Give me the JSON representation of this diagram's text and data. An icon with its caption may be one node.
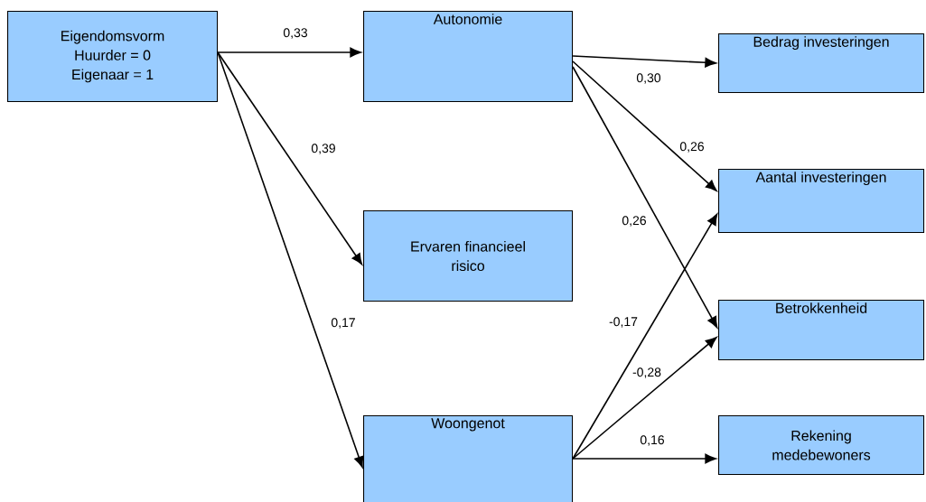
{
  "diagram": {
    "nodes": [
      {
        "text": [
          "Eigendomsvorm",
          "Huurder = 0",
          "Eigenaar = 1"
        ]
      },
      {
        "text": [
          "Autonomie"
        ]
      },
      {
        "text": [
          "Ervaren financieel risico"
        ]
      },
      {
        "text": [
          "Woongenot"
        ]
      },
      {
        "text": [
          "Bedrag investeringen"
        ]
      },
      {
        "text": [
          "Aantal investeringen"
        ]
      },
      {
        "text": [
          "Betrokkenheid"
        ]
      },
      {
        "text": [
          "Rekening medebewoners"
        ]
      }
    ],
    "edges": [
      {
        "from": 0,
        "to": 1,
        "arrow": "to",
        "label": "0,33"
      },
      {
        "from": 0,
        "to": 2,
        "arrow": "to",
        "label": "0,39"
      },
      {
        "from": 0,
        "to": 3,
        "arrow": "to",
        "label": "0,17"
      },
      {
        "from": 1,
        "to": 4,
        "arrow": "to",
        "label": "0,30"
      },
      {
        "from": 1,
        "to": 5,
        "arrow": "to",
        "label": "0,26"
      },
      {
        "from": 1,
        "to": 6,
        "arrow": "to",
        "label": "0,26"
      },
      {
        "from": 3,
        "to": 5,
        "arrow": "to",
        "label": "-0,17"
      },
      {
        "from": 3,
        "to": 6,
        "arrow": "to",
        "label": "-0,28"
      },
      {
        "from": 3,
        "to": 7,
        "arrow": "to",
        "label": "0,16"
      }
    ]
  }
}
